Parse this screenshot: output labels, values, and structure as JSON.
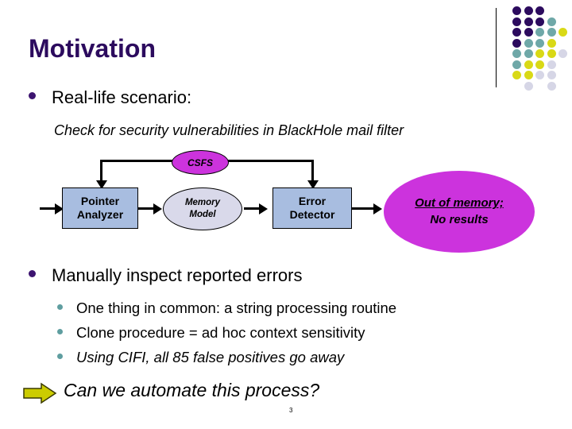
{
  "slide": {
    "title": "Motivation",
    "number": "3",
    "theme": {
      "title_color": "#2c0b5e",
      "l1_bullet_color": "#3d1470",
      "l2_bullet_color": "#5f9ea0",
      "box_fill": "#a8bde0",
      "magenta_fill": "#cc33dd",
      "lavender_fill": "#d9d9ea",
      "arrow_fill": "#cccc00",
      "background": "#ffffff"
    }
  },
  "decoration": {
    "divider_name": "vertical-rule",
    "dots": [
      {
        "col": 0,
        "row": 0,
        "color": "#2c0b5e"
      },
      {
        "col": 1,
        "row": 0,
        "color": "#2c0b5e"
      },
      {
        "col": 2,
        "row": 0,
        "color": "#2c0b5e"
      },
      {
        "col": 0,
        "row": 1,
        "color": "#2c0b5e"
      },
      {
        "col": 1,
        "row": 1,
        "color": "#2c0b5e"
      },
      {
        "col": 2,
        "row": 1,
        "color": "#2c0b5e"
      },
      {
        "col": 3,
        "row": 1,
        "color": "#6fa8a8"
      },
      {
        "col": 0,
        "row": 2,
        "color": "#2c0b5e"
      },
      {
        "col": 1,
        "row": 2,
        "color": "#2c0b5e"
      },
      {
        "col": 2,
        "row": 2,
        "color": "#6fa8a8"
      },
      {
        "col": 3,
        "row": 2,
        "color": "#6fa8a8"
      },
      {
        "col": 4,
        "row": 2,
        "color": "#d9d916"
      },
      {
        "col": 0,
        "row": 3,
        "color": "#2c0b5e"
      },
      {
        "col": 1,
        "row": 3,
        "color": "#6fa8a8"
      },
      {
        "col": 2,
        "row": 3,
        "color": "#6fa8a8"
      },
      {
        "col": 3,
        "row": 3,
        "color": "#d9d916"
      },
      {
        "col": 0,
        "row": 4,
        "color": "#6fa8a8"
      },
      {
        "col": 1,
        "row": 4,
        "color": "#6fa8a8"
      },
      {
        "col": 2,
        "row": 4,
        "color": "#d9d916"
      },
      {
        "col": 3,
        "row": 4,
        "color": "#d9d916"
      },
      {
        "col": 4,
        "row": 4,
        "color": "#d6d6e6"
      },
      {
        "col": 0,
        "row": 5,
        "color": "#6fa8a8"
      },
      {
        "col": 1,
        "row": 5,
        "color": "#d9d916"
      },
      {
        "col": 2,
        "row": 5,
        "color": "#d9d916"
      },
      {
        "col": 3,
        "row": 5,
        "color": "#d6d6e6"
      },
      {
        "col": 0,
        "row": 6,
        "color": "#d9d916"
      },
      {
        "col": 1,
        "row": 6,
        "color": "#d9d916"
      },
      {
        "col": 2,
        "row": 6,
        "color": "#d6d6e6"
      },
      {
        "col": 3,
        "row": 6,
        "color": "#d6d6e6"
      },
      {
        "col": 1,
        "row": 7,
        "color": "#d6d6e6"
      },
      {
        "col": 3,
        "row": 7,
        "color": "#d6d6e6"
      }
    ]
  },
  "content": {
    "bullet_scenario": "Real-life scenario:",
    "scenario_detail": "Check for security vulnerabilities in BlackHole mail filter",
    "bullet_inspect": "Manually inspect reported errors",
    "sub_bullets": [
      "One thing in common: a string processing routine",
      "Clone procedure = ad hoc context sensitivity",
      "Using CIFI, all 85 false positives go away"
    ],
    "closing_question": "Can we automate this process?"
  },
  "diagram": {
    "nodes": {
      "csfs": "CSFS",
      "pointer_analyzer_line1": "Pointer",
      "pointer_analyzer_line2": "Analyzer",
      "memory_model_line1": "Memory",
      "memory_model_line2": "Model",
      "error_detector_line1": "Error",
      "error_detector_line2": "Detector",
      "outcome_line1": "Out of memory;",
      "outcome_line2": "No results"
    }
  }
}
